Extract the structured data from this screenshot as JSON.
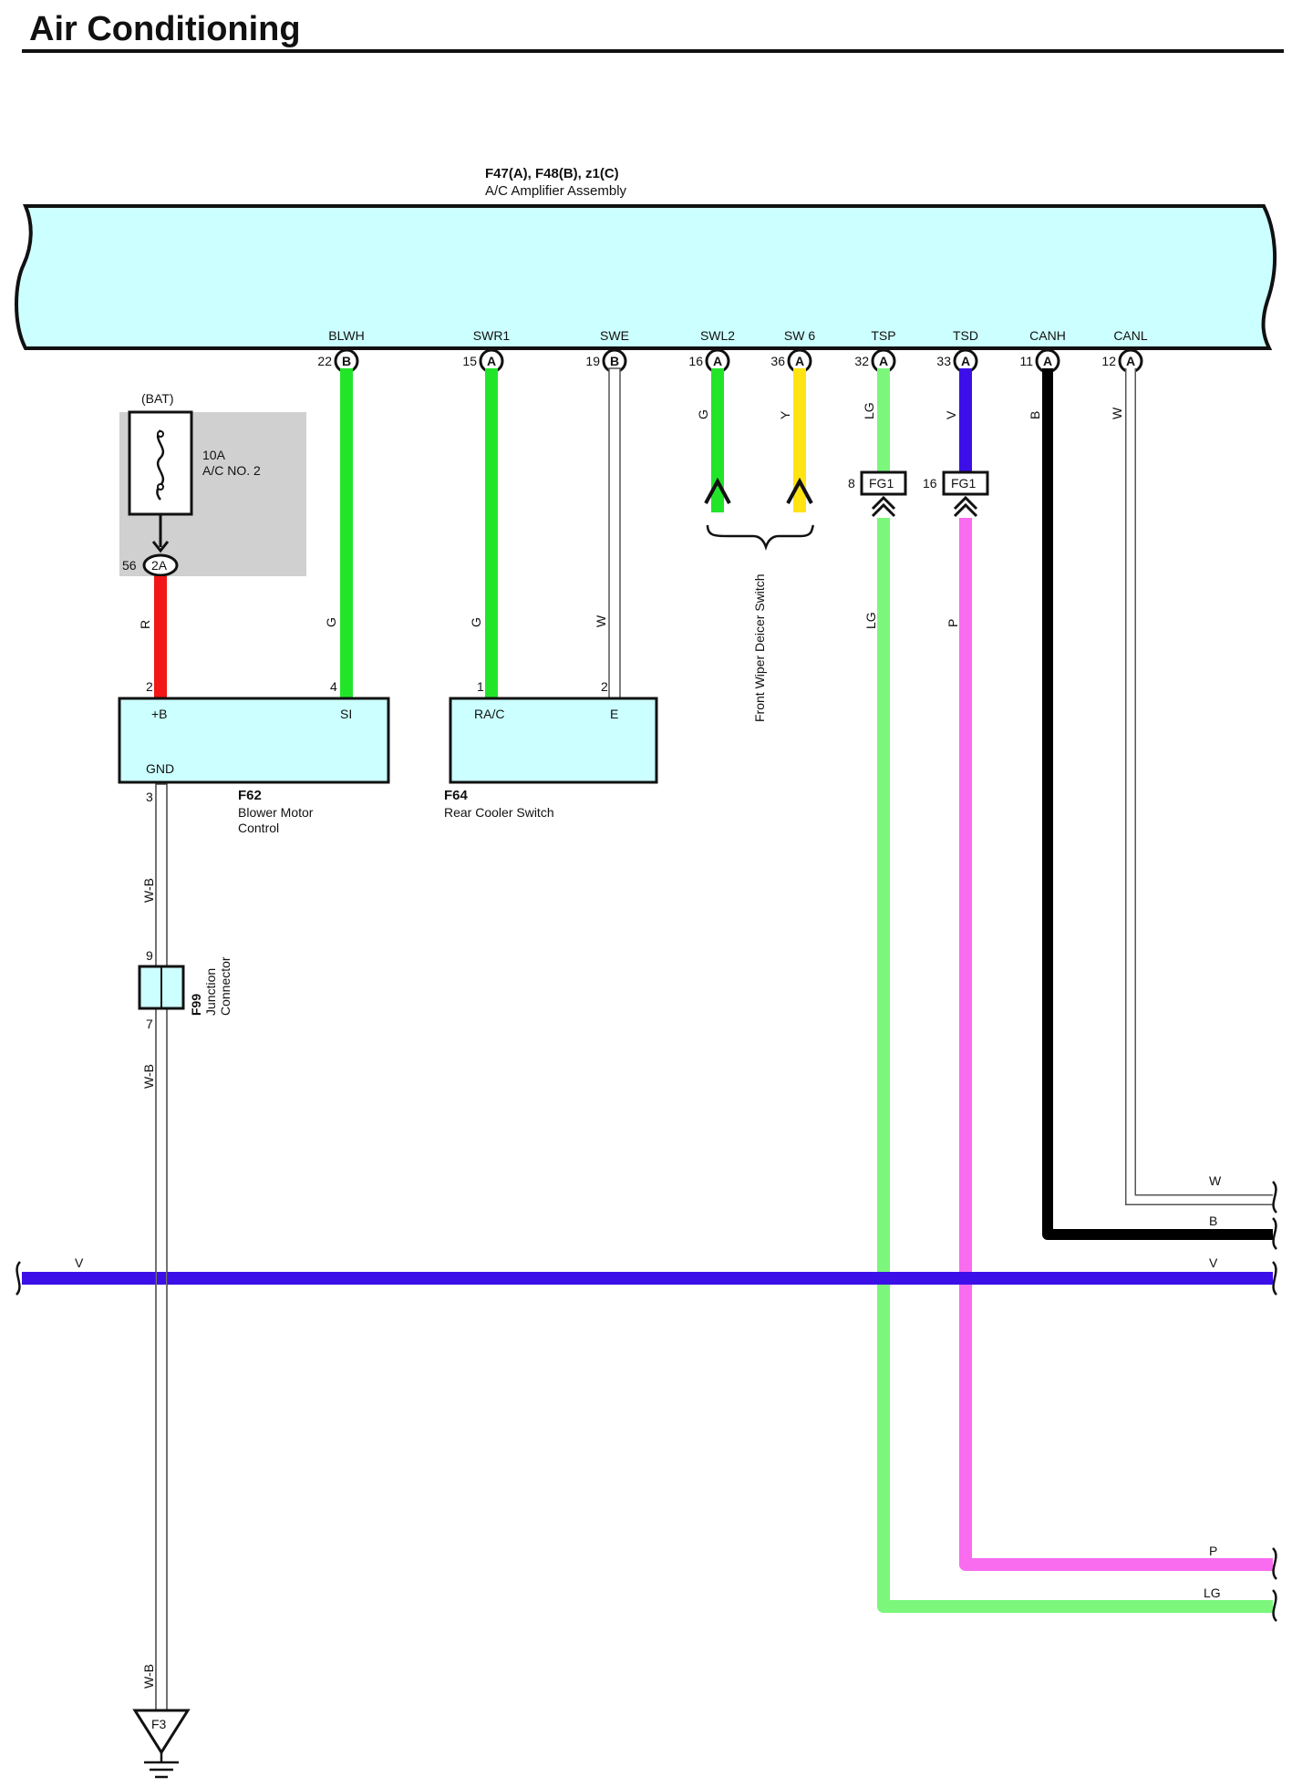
{
  "page": {
    "title": "Air Conditioning"
  },
  "amplifier": {
    "id": "F47(A), F48(B), z1(C)",
    "name": "A/C Amplifier Assembly"
  },
  "terminals": [
    {
      "key": "blwh",
      "name": "BLWH",
      "pin": "22",
      "conn": "B",
      "color": "G",
      "hex": "#22e52a"
    },
    {
      "key": "swr1",
      "name": "SWR1",
      "pin": "15",
      "conn": "A",
      "color": "G",
      "hex": "#22e52a"
    },
    {
      "key": "swe",
      "name": "SWE",
      "pin": "19",
      "conn": "B",
      "color": "W",
      "hex": "#ffffff"
    },
    {
      "key": "swl2",
      "name": "SWL2",
      "pin": "16",
      "conn": "A",
      "color": "G",
      "hex": "#22e52a"
    },
    {
      "key": "sw6",
      "name": "SW 6",
      "pin": "36",
      "conn": "A",
      "color": "Y",
      "hex": "#ffe313"
    },
    {
      "key": "tsp",
      "name": "TSP",
      "pin": "32",
      "conn": "A",
      "color": "LG",
      "hex": "#7cf77c"
    },
    {
      "key": "tsd",
      "name": "TSD",
      "pin": "33",
      "conn": "A",
      "color": "V",
      "hex": "#3d0fe8"
    },
    {
      "key": "canh",
      "name": "CANH",
      "pin": "11",
      "conn": "A",
      "color": "B",
      "hex": "#000000"
    },
    {
      "key": "canl",
      "name": "CANL",
      "pin": "12",
      "conn": "A",
      "color": "W",
      "hex": "#ffffff"
    }
  ],
  "fuse": {
    "source": "(BAT)",
    "rating": "10A",
    "name": "A/C NO. 2",
    "pin": "56",
    "conn": "2A"
  },
  "blower": {
    "id": "F62",
    "name_line1": "Blower Motor",
    "name_line2": "Control",
    "t_b": "+B",
    "t_si": "SI",
    "t_gnd": "GND",
    "pin_b": "2",
    "pin_si": "4",
    "pin_gnd": "3",
    "wire_b": "R",
    "wire_si": "G"
  },
  "rear_cooler": {
    "id": "F64",
    "name": "Rear Cooler Switch",
    "t_rac": "RA/C",
    "t_e": "E",
    "pin_rac": "1",
    "pin_e": "2",
    "wire_rac": "G",
    "wire_e": "W"
  },
  "wiper_deicer": {
    "name": "Front Wiper Deicer Switch"
  },
  "fg1": {
    "label": "FG1",
    "pin_tsp": "8",
    "pin_tsd": "16",
    "wire_tsp_below": "LG",
    "wire_tsd_below": "P"
  },
  "junction": {
    "id": "F99",
    "name_line1": "Junction",
    "name_line2": "Connector",
    "pin_top": "9",
    "pin_bottom": "7"
  },
  "ground": {
    "wire": "W-B",
    "id": "F3"
  },
  "right_exits": {
    "canl": "W",
    "canh": "B",
    "bus": "V",
    "tsd": "P",
    "tsp": "LG"
  },
  "bus": {
    "label": "V",
    "hex": "#3d0fe8"
  },
  "colors": {
    "red": "#f21616",
    "pink": "#f96cf0",
    "box_fill": "#ccffff",
    "fuse_panel": "#d0d0d0"
  }
}
